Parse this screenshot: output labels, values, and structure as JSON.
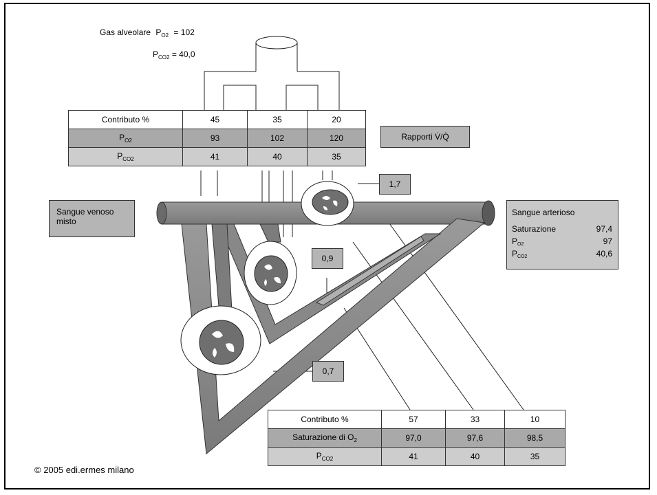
{
  "header": {
    "gas_alveolare_label": "Gas alveolare",
    "po2_symbol": "P",
    "po2_sub": "O2",
    "po2_value": "= 102",
    "pco2_symbol": "P",
    "pco2_sub": "CO2",
    "pco2_value": "= 40,0"
  },
  "top_table": {
    "rows": [
      {
        "label": "Contributo %",
        "sub": "",
        "values": [
          "45",
          "35",
          "20"
        ]
      },
      {
        "label": "P",
        "sub": "O2",
        "values": [
          "93",
          "102",
          "120"
        ]
      },
      {
        "label": "P",
        "sub": "CO2",
        "values": [
          "41",
          "40",
          "35"
        ]
      }
    ]
  },
  "rapporti_label": "Rapporti V̇/Q̇",
  "ratios": {
    "high": "1,7",
    "mid": "0,9",
    "low": "0,7"
  },
  "venoso_label_line1": "Sangue venoso",
  "venoso_label_line2": "misto",
  "arterioso": {
    "title": "Sangue arterioso",
    "saturazione_label": "Saturazione",
    "saturazione_value": "97,4",
    "po2_symbol": "P",
    "po2_sub": "O2",
    "po2_value": "97",
    "pco2_symbol": "P",
    "pco2_sub": "CO2",
    "pco2_value": "40,6"
  },
  "bottom_table": {
    "rows": [
      {
        "label": "Contributo %",
        "sub": "",
        "values": [
          "57",
          "33",
          "10"
        ]
      },
      {
        "label": "Saturazione di O",
        "sub": "2",
        "values": [
          "97,0",
          "97,6",
          "98,5"
        ]
      },
      {
        "label": "P",
        "sub": "CO2",
        "values": [
          "41",
          "40",
          "35"
        ]
      }
    ]
  },
  "copyright": "© 2005 edi.ermes milano",
  "colors": {
    "vessel": "#8c8c8c",
    "vessel_dark": "#6a6a6a",
    "alveolus": "#ffffff"
  }
}
